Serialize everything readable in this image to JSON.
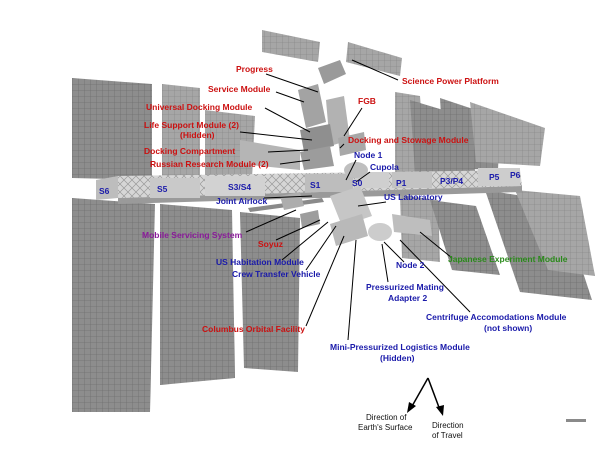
{
  "labels": {
    "progress": "Progress",
    "service_module": "Service Module",
    "universal_docking_module": "Universal Docking Module",
    "life_support_module_1": "Life Support Module (2)",
    "life_support_module_2": "(Hidden)",
    "docking_compartment": "Docking Compartment",
    "russian_research_module": "Russian Research Module (2)",
    "fgb": "FGB",
    "science_power_platform": "Science Power Platform",
    "docking_stowage_module": "Docking and Stowage Module",
    "node1": "Node 1",
    "cupola": "Cupola",
    "s6": "S6",
    "s5": "S5",
    "s3s4": "S3/S4",
    "s1": "S1",
    "s0": "S0",
    "p1": "P1",
    "p3p4": "P3/P4",
    "p5": "P5",
    "p6": "P6",
    "joint_airlock": "Joint Airlock",
    "us_laboratory": "US Laboratory",
    "mobile_servicing_system": "Mobile Servicing System",
    "soyuz": "Soyuz",
    "us_habitation_module": "US Habitation Module",
    "crew_transfer_vehicle": "Crew Transfer Vehicle",
    "japanese_experiment_module": "Japanese Experiment Module",
    "node2": "Node 2",
    "pma2_1": "Pressurized Mating",
    "pma2_2": "Adapter 2",
    "centrifuge_1": "Centrifuge Accomodations Module",
    "centrifuge_2": "(not shown)",
    "columbus": "Columbus Orbital Facility",
    "mplm_1": "Mini-Pressurized Logistics Module",
    "mplm_2": "(Hidden)",
    "earth_dir_1": "Direction of",
    "earth_dir_2": "Earth's Surface",
    "travel_dir_1": "Direction",
    "travel_dir_2": "of Travel"
  },
  "colors": {
    "russian_labels": "#cc1111",
    "us_labels": "#1a1aaa",
    "mss_label": "#8a1a9a",
    "jem_label": "#2a8a1a",
    "solar_panel": "#8a8a8a",
    "truss": "#cfcfcf"
  }
}
